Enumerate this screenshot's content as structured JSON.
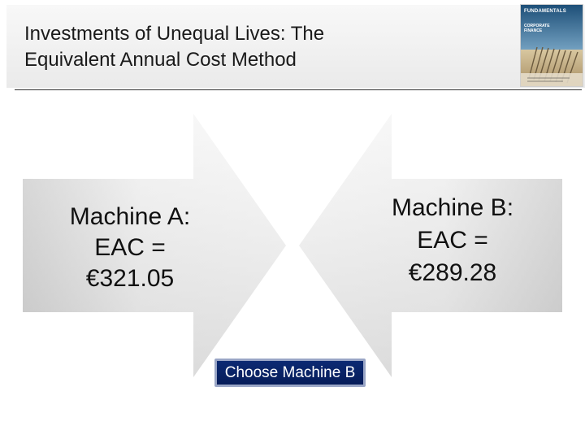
{
  "slide": {
    "title_lines": [
      "Investments of Unequal Lives: The",
      "Equivalent Annual Cost Method"
    ]
  },
  "book_cover": {
    "brand": "FUNDAMENTALS",
    "subtitle_lines": [
      "CORPORATE",
      "FINANCE"
    ],
    "colors": {
      "sky": "#1f5d86",
      "sand": "#c9b48c"
    }
  },
  "machine_a": {
    "lines": [
      "Machine A:",
      "EAC =",
      "€321.05"
    ]
  },
  "machine_b": {
    "lines": [
      "Machine B:",
      "EAC =",
      "€289.28"
    ]
  },
  "decision_button": {
    "label": "Choose Machine B",
    "color": "#0c2a73"
  },
  "colors": {
    "arrow_light": "#f2f2f2",
    "arrow_dark": "#c8c8c8"
  }
}
